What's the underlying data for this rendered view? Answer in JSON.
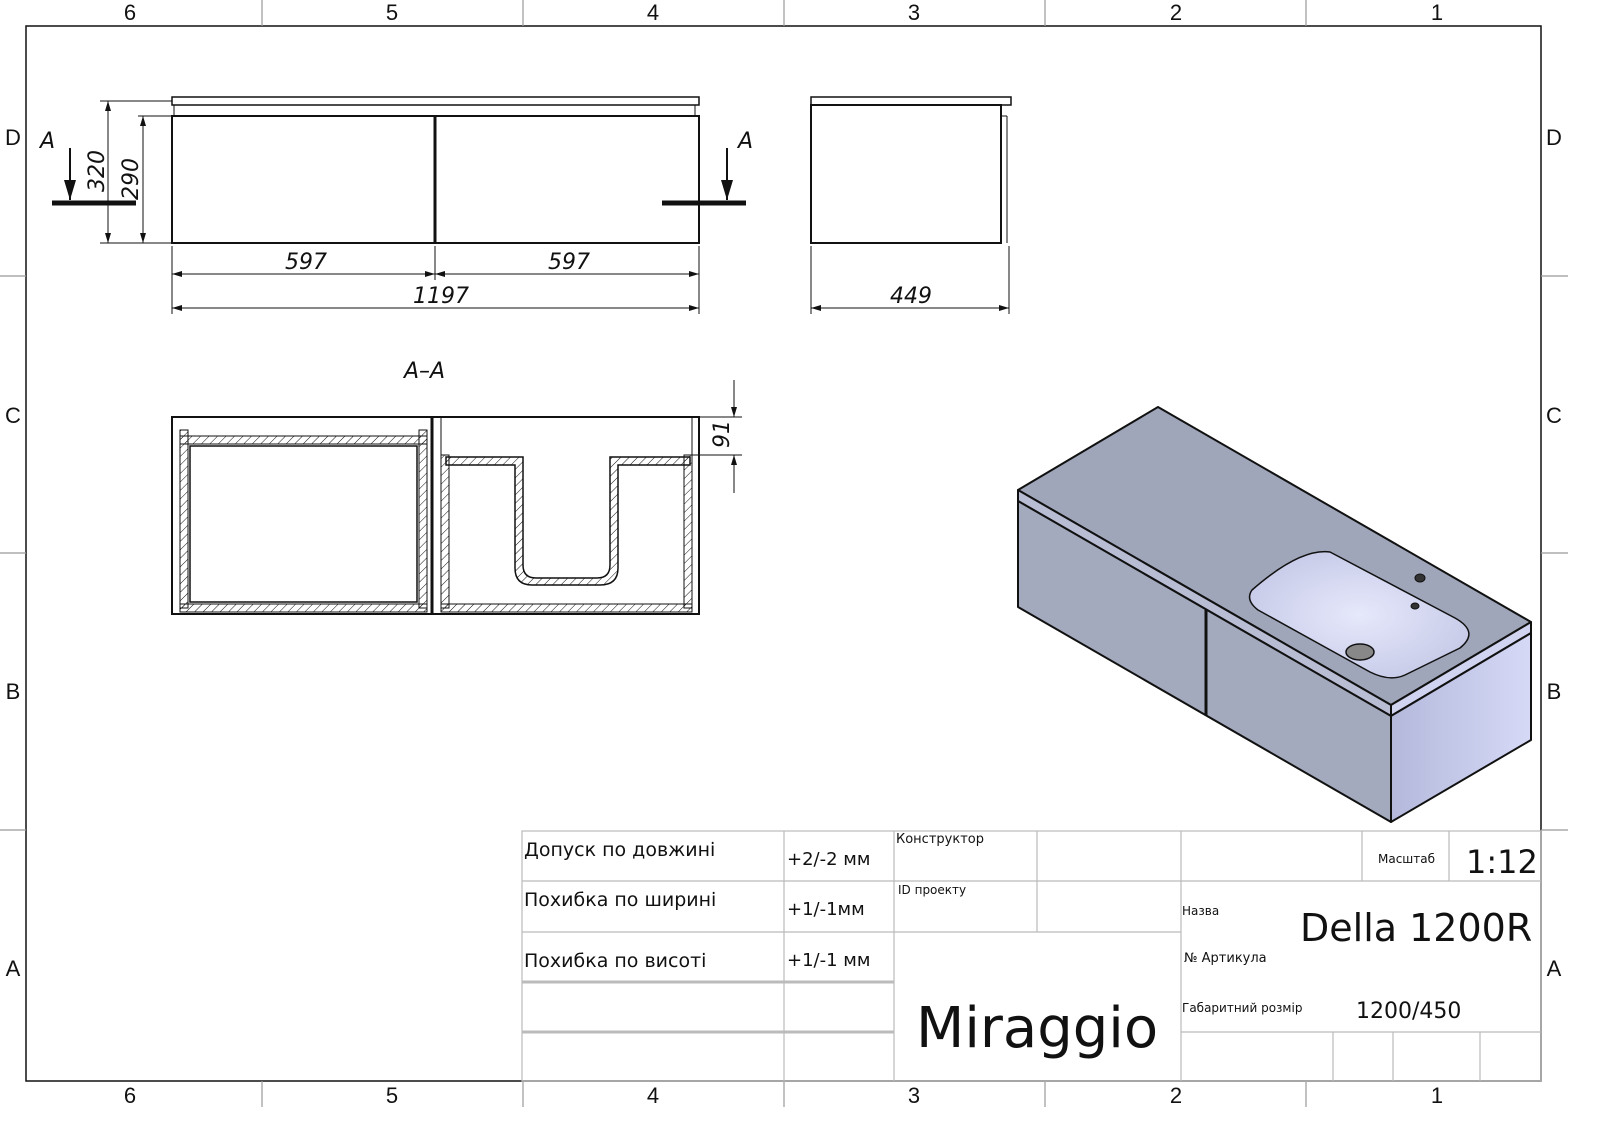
{
  "zones": {
    "columns": [
      "6",
      "5",
      "4",
      "3",
      "2",
      "1"
    ],
    "rows": [
      "D",
      "C",
      "B",
      "A"
    ]
  },
  "views": {
    "section_marker": "A",
    "section_title": "A–A",
    "front_dims": {
      "height_total": "320",
      "height_body": "290",
      "left_width": "597",
      "right_width": "597",
      "total_width": "1197"
    },
    "side_dims": {
      "depth": "449"
    },
    "section_dims": {
      "sink_depth": "91"
    }
  },
  "title_block": {
    "tolerances": [
      {
        "label": "Допуск по довжині",
        "value": "+2/-2 мм"
      },
      {
        "label": "Похибка по ширині",
        "value": "+1/-1мм"
      },
      {
        "label": "Похибка по висоті",
        "value": "+1/-1 мм"
      }
    ],
    "designer_label": "Конструктор",
    "project_id_label": "ID проекту",
    "brand": "Miraggio",
    "scale_label": "Масштаб",
    "scale_value": "1:12",
    "name_label": "Назва",
    "name_value": "Della 1200R",
    "article_label": "№  Артикула",
    "size_label": "Габаритний розмір",
    "size_value": "1200/450"
  },
  "colors": {
    "line": "#111111",
    "model_top": "#9fa6ba",
    "model_front": "#a3aabd",
    "model_side": "#c9cdf0"
  }
}
